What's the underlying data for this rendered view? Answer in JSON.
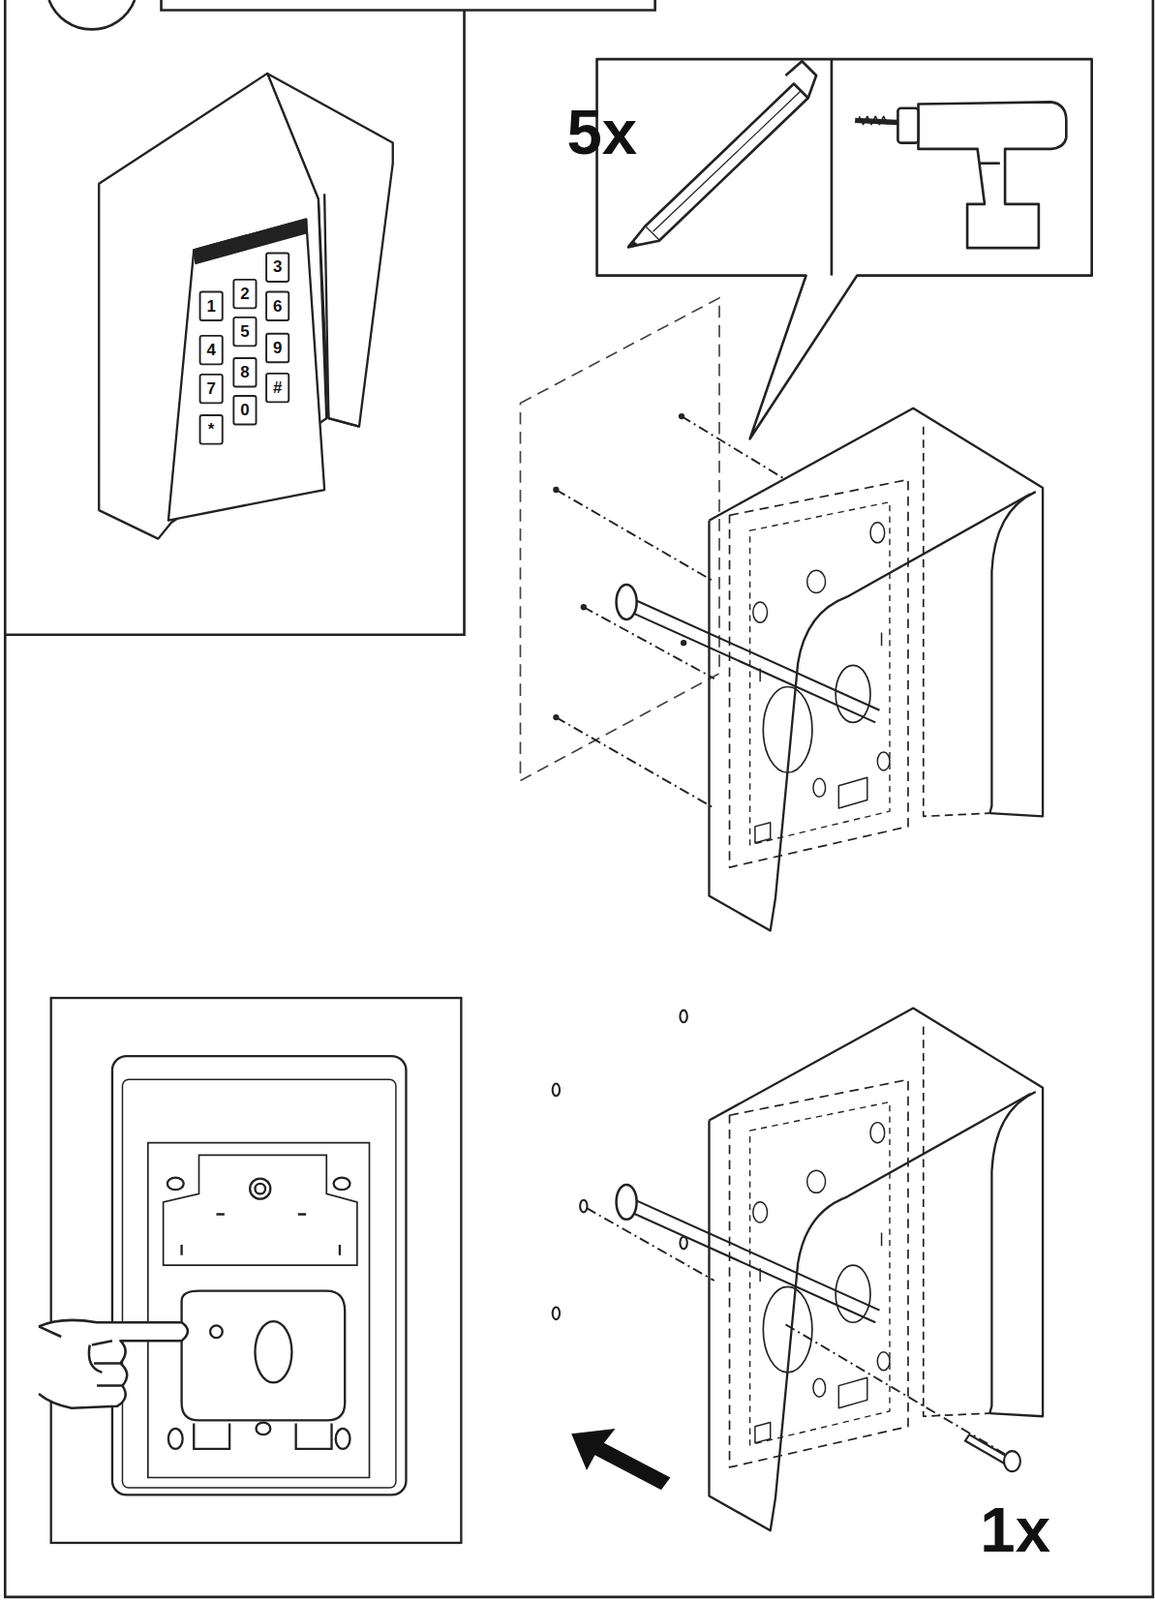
{
  "diagram": {
    "labels": [
      "5x",
      "1",
      "2",
      "3",
      "4",
      "5",
      "6",
      "7",
      "8",
      "9",
      "*",
      "0",
      "#",
      "1x"
    ]
  }
}
